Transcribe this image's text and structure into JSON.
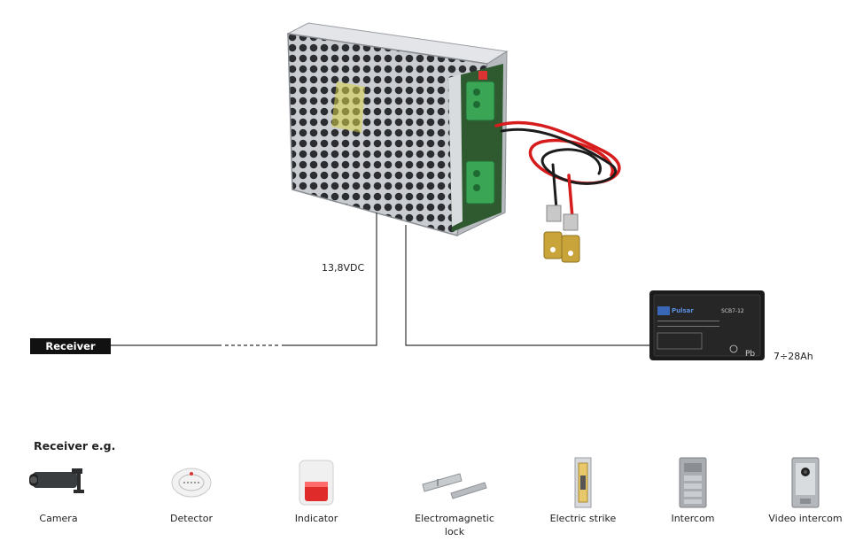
{
  "diagram": {
    "voltage_label": "13,8VDC",
    "receiver_label": "Receiver",
    "battery_capacity_label": "7÷28Ah",
    "battery": {
      "brand": "Pulsar",
      "model": "SCB7-12"
    }
  },
  "receivers": {
    "title": "Receiver e.g.",
    "items": [
      {
        "label": "Camera",
        "icon": "camera-icon"
      },
      {
        "label": "Detector",
        "icon": "smoke-detector-icon"
      },
      {
        "label": "Indicator",
        "icon": "siren-icon"
      },
      {
        "label": "Electromagnetic lock",
        "icon": "magnetic-lock-icon"
      },
      {
        "label": "Electric strike",
        "icon": "electric-strike-icon"
      },
      {
        "label": "Intercom",
        "icon": "intercom-icon"
      },
      {
        "label": "Video intercom",
        "icon": "video-intercom-icon"
      }
    ]
  }
}
